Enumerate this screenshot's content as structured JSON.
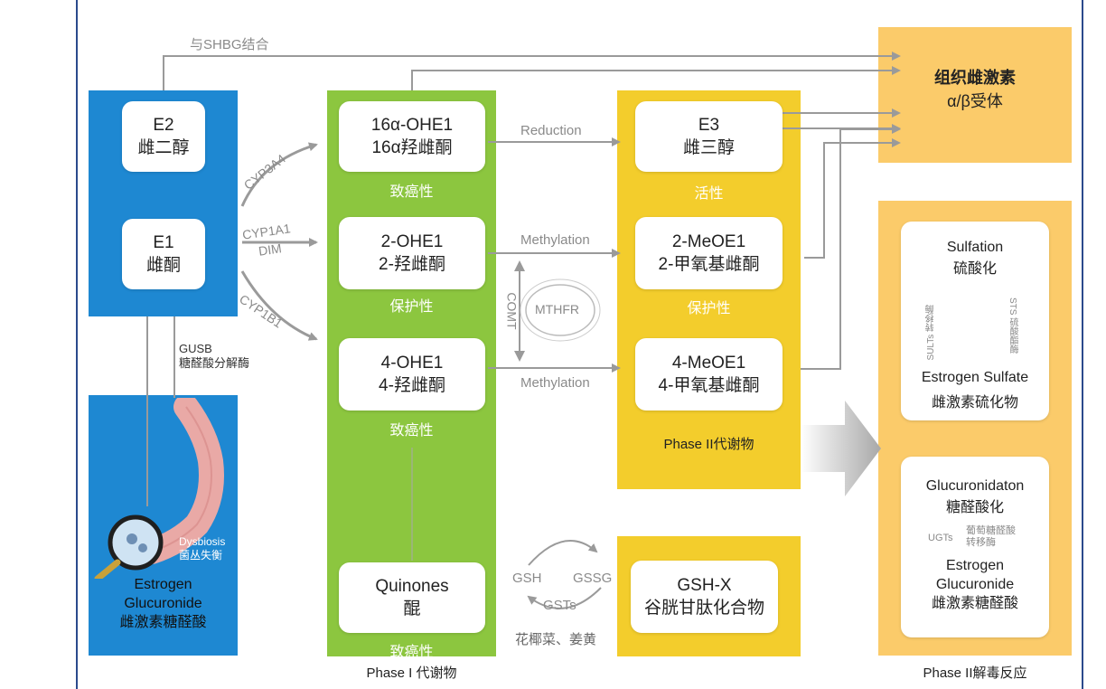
{
  "top_link": "与SHBG结合",
  "receptor": {
    "l1": "组织雌激素",
    "l2": "α/β受体"
  },
  "blue": {
    "e2": {
      "l1": "E2",
      "l2": "雌二醇"
    },
    "e1": {
      "l1": "E1",
      "l2": "雌酮"
    },
    "gusb": {
      "l1": "GUSB",
      "l2": "糖醛酸分解酶"
    },
    "dysbiosis": {
      "l1": "Dysbiosis",
      "l2": "菌丛失衡"
    },
    "estrogen_glucuronide": {
      "l1": "Estrogen",
      "l2": "Glucuronide",
      "l3": "雌激素糖醛酸"
    }
  },
  "enzymes": {
    "cyp3a4": "CYP3A4",
    "cyp1a1": "CYP1A1",
    "dim": "DIM",
    "cyp1b1": "CYP1B1"
  },
  "phase1": {
    "ohe16": {
      "l1": "16α-OHE1",
      "l2": "16α羟雌酮",
      "note": "致癌性"
    },
    "ohe2": {
      "l1": "2-OHE1",
      "l2": "2-羟雌酮",
      "note": "保护性"
    },
    "ohe4": {
      "l1": "4-OHE1",
      "l2": "4-羟雌酮",
      "note": "致癌性"
    },
    "quinones": {
      "l1": "Quinones",
      "l2": "醌",
      "note": "致癌性"
    },
    "caption": "Phase I 代谢物"
  },
  "middle": {
    "reduction": "Reduction",
    "methylation1": "Methylation",
    "methylation2": "Methylation",
    "comt": "COMT",
    "mthfr": "MTHFR",
    "gsh": "GSH",
    "gssg": "GSSG",
    "gsts": "GSTs",
    "foods": "花椰菜、姜黄"
  },
  "phase2": {
    "e3": {
      "l1": "E3",
      "l2": "雌三醇",
      "note": "活性"
    },
    "meoe2": {
      "l1": "2-MeOE1",
      "l2": "2-甲氧基雌酮",
      "note": "保护性"
    },
    "meoe4": {
      "l1": "4-MeOE1",
      "l2": "4-甲氧基雌酮"
    },
    "caption": "Phase II代谢物",
    "gshx": {
      "l1": "GSH-X",
      "l2": "谷胱甘肽化合物"
    }
  },
  "detox": {
    "sulfation": {
      "l1": "Sulfation",
      "l2": "硫酸化",
      "sults": "SULTs",
      "sults_cn": "转移酶",
      "sts": "STS",
      "sts_cn": "硫酸酯酶",
      "l3": "Estrogen Sulfate",
      "l4": "雌激素硫化物"
    },
    "glucuronidation": {
      "l1": "Glucuronidaton",
      "l2": "糖醛酸化",
      "ugts": "UGTs",
      "ugts_cn1": "葡萄糖醛酸",
      "ugts_cn2": "转移酶",
      "l3": "Estrogen",
      "l4": "Glucuronide",
      "l5": "雌激素糖醛酸"
    },
    "caption": "Phase II解毒反应"
  },
  "colors": {
    "blue": "#1e88d2",
    "green": "#8cc63f",
    "yellow": "#f3cd2c",
    "orange": "#fbcb6a",
    "line": "#9a9a9a"
  }
}
